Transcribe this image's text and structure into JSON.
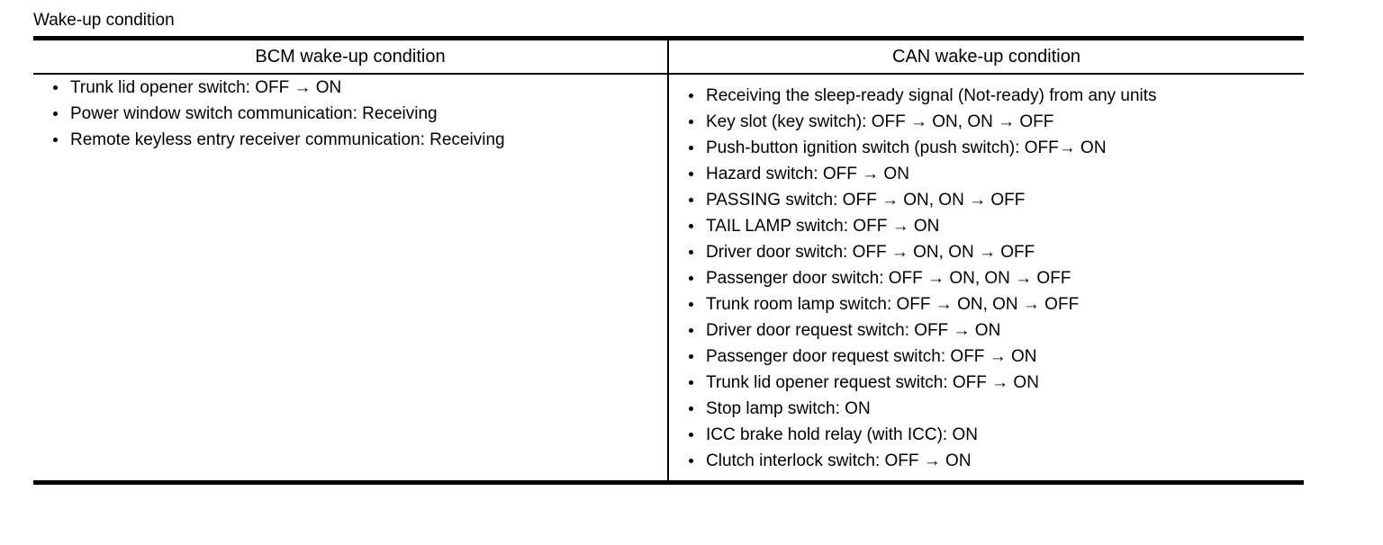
{
  "page": {
    "title": "Wake-up condition"
  },
  "colors": {
    "text": "#000000",
    "background": "#ffffff",
    "border": "#000000"
  },
  "table": {
    "columns": [
      {
        "header": "BCM wake-up condition"
      },
      {
        "header": "CAN wake-up condition"
      }
    ],
    "bcm_items": [
      "Trunk lid opener switch: OFF → ON",
      "Power window switch communication: Receiving",
      "Remote keyless entry receiver communication: Receiving"
    ],
    "can_items": [
      "Receiving the sleep-ready signal (Not-ready) from any units",
      "Key slot (key switch): OFF → ON, ON → OFF",
      "Push-button ignition switch (push switch): OFF→ ON",
      "Hazard switch: OFF → ON",
      "PASSING switch: OFF → ON, ON → OFF",
      "TAIL LAMP switch: OFF → ON",
      "Driver door switch: OFF → ON, ON → OFF",
      "Passenger door switch: OFF → ON, ON → OFF",
      "Trunk room lamp switch: OFF → ON, ON → OFF",
      "Driver door request switch: OFF → ON",
      "Passenger door request switch: OFF → ON",
      "Trunk lid opener request switch: OFF → ON",
      "Stop lamp switch: ON",
      "ICC brake hold relay (with ICC): ON",
      "Clutch interlock switch: OFF → ON"
    ]
  }
}
